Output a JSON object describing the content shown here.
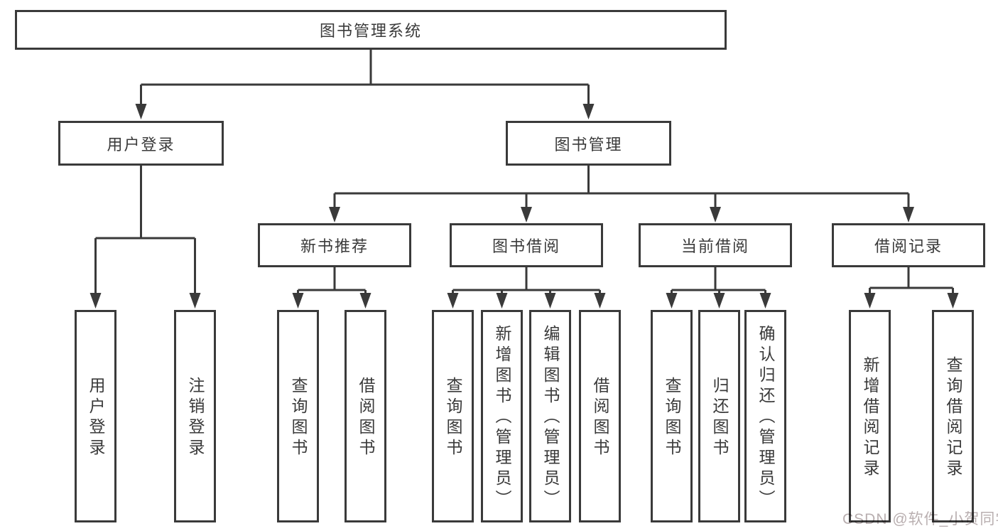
{
  "diagram": {
    "title": "图书管理系统",
    "branches": [
      {
        "label": "用户登录",
        "leaves": [
          {
            "label": "用户登录"
          },
          {
            "label": "注销登录"
          }
        ]
      },
      {
        "label": "图书管理",
        "groups": [
          {
            "label": "新书推荐",
            "leaves": [
              {
                "label": "查询图书"
              },
              {
                "label": "借阅图书"
              }
            ]
          },
          {
            "label": "图书借阅",
            "leaves": [
              {
                "label": "查询图书"
              },
              {
                "label": "新增图书（管理员）"
              },
              {
                "label": "编辑图书（管理员）"
              },
              {
                "label": "借阅图书"
              }
            ]
          },
          {
            "label": "当前借阅",
            "leaves": [
              {
                "label": "查询图书"
              },
              {
                "label": "归还图书"
              },
              {
                "label": "确认归还（管理员）"
              }
            ]
          },
          {
            "label": "借阅记录",
            "leaves": [
              {
                "label": "新增借阅记录"
              },
              {
                "label": "查询借阅记录"
              }
            ]
          }
        ]
      }
    ]
  },
  "watermark": {
    "text": "CSDN @软件_小贺同学",
    "color": "#b9afb0"
  },
  "colors": {
    "line": "#3a3a3a",
    "box_background": "#ffffff",
    "page_background": "#ffffff"
  }
}
